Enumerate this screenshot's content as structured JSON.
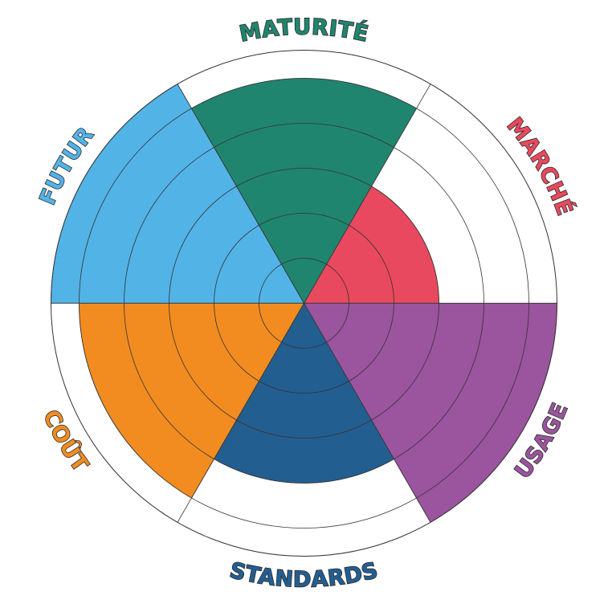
{
  "chart_data": {
    "type": "polar-area",
    "max_level": 5,
    "grid": true,
    "segments": [
      {
        "label": "MATURITÉ",
        "value": 5,
        "color": "#20856e"
      },
      {
        "label": "MARCHÉ",
        "value": 3,
        "color": "#e8495e"
      },
      {
        "label": "USAGE",
        "value": 6,
        "color": "#9b549e"
      },
      {
        "label": "STANDARDS",
        "value": 4,
        "color": "#235e91"
      },
      {
        "label": "COÛT",
        "value": 5,
        "color": "#f28c20"
      },
      {
        "label": "FUTUR",
        "value": 6,
        "color": "#52b3e7"
      }
    ]
  }
}
